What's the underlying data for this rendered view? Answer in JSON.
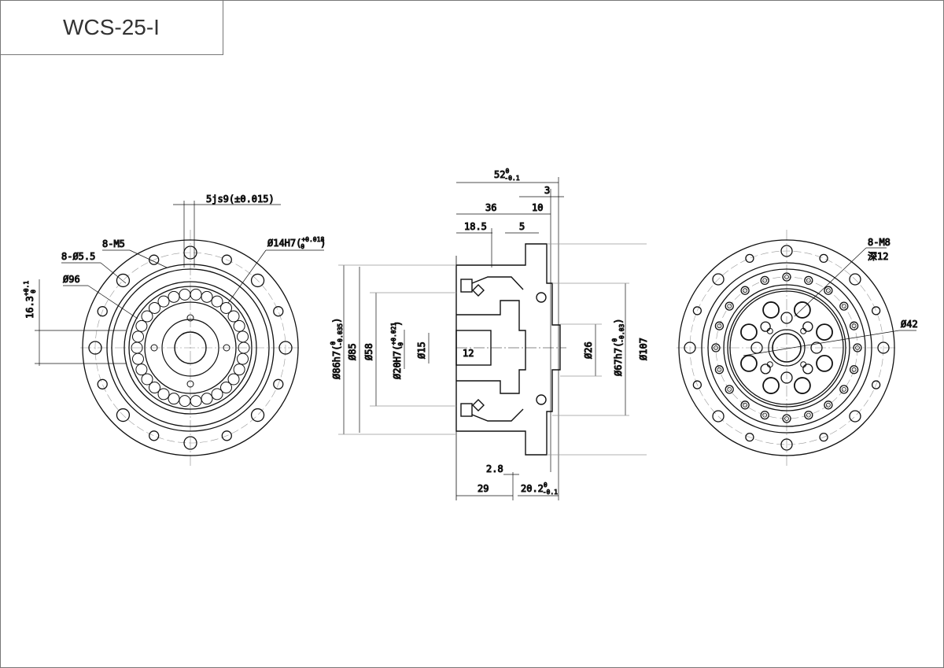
{
  "title": "WCS-25-I",
  "front_view": {
    "keyway": "5js9(±0.015)",
    "tapped_holes": "8-M5",
    "through_holes": "8-Ø5.5",
    "pitch_diameter": "Ø96",
    "bore": "Ø14H7",
    "bore_tol_upper": "+0.018",
    "bore_tol_lower": "0",
    "key_height": "16.3",
    "key_tol_upper": "+0.1",
    "key_tol_lower": "0"
  },
  "section_view": {
    "overall_length": "52",
    "overall_tol_upper": "0",
    "overall_tol_lower": "-0.1",
    "dim_3": "3",
    "dim_36": "36",
    "dim_10": "10",
    "dim_18_5": "18.5",
    "dim_5": "5",
    "dia_86": "Ø86h7",
    "dia_86_tol_upper": "0",
    "dia_86_tol_lower": "-0.035",
    "dia_85": "Ø85",
    "dia_58": "Ø58",
    "dia_20": "Ø20H7",
    "dia_20_tol_upper": "+0.021",
    "dia_20_tol_lower": "0",
    "dia_15": "Ø15",
    "dim_12": "12",
    "dia_26": "Ø26",
    "dia_67": "Ø67h7",
    "dia_67_tol_upper": "0",
    "dia_67_tol_lower": "-0.03",
    "dia_107": "Ø107",
    "dim_2_8": "2.8",
    "dim_29": "29",
    "dim_20_2": "20.2",
    "dim_20_2_tol_upper": "0",
    "dim_20_2_tol_lower": "-0.1"
  },
  "rear_view": {
    "tapped_holes": "8-M8",
    "depth": "深12",
    "pitch_diameter": "Ø42"
  }
}
